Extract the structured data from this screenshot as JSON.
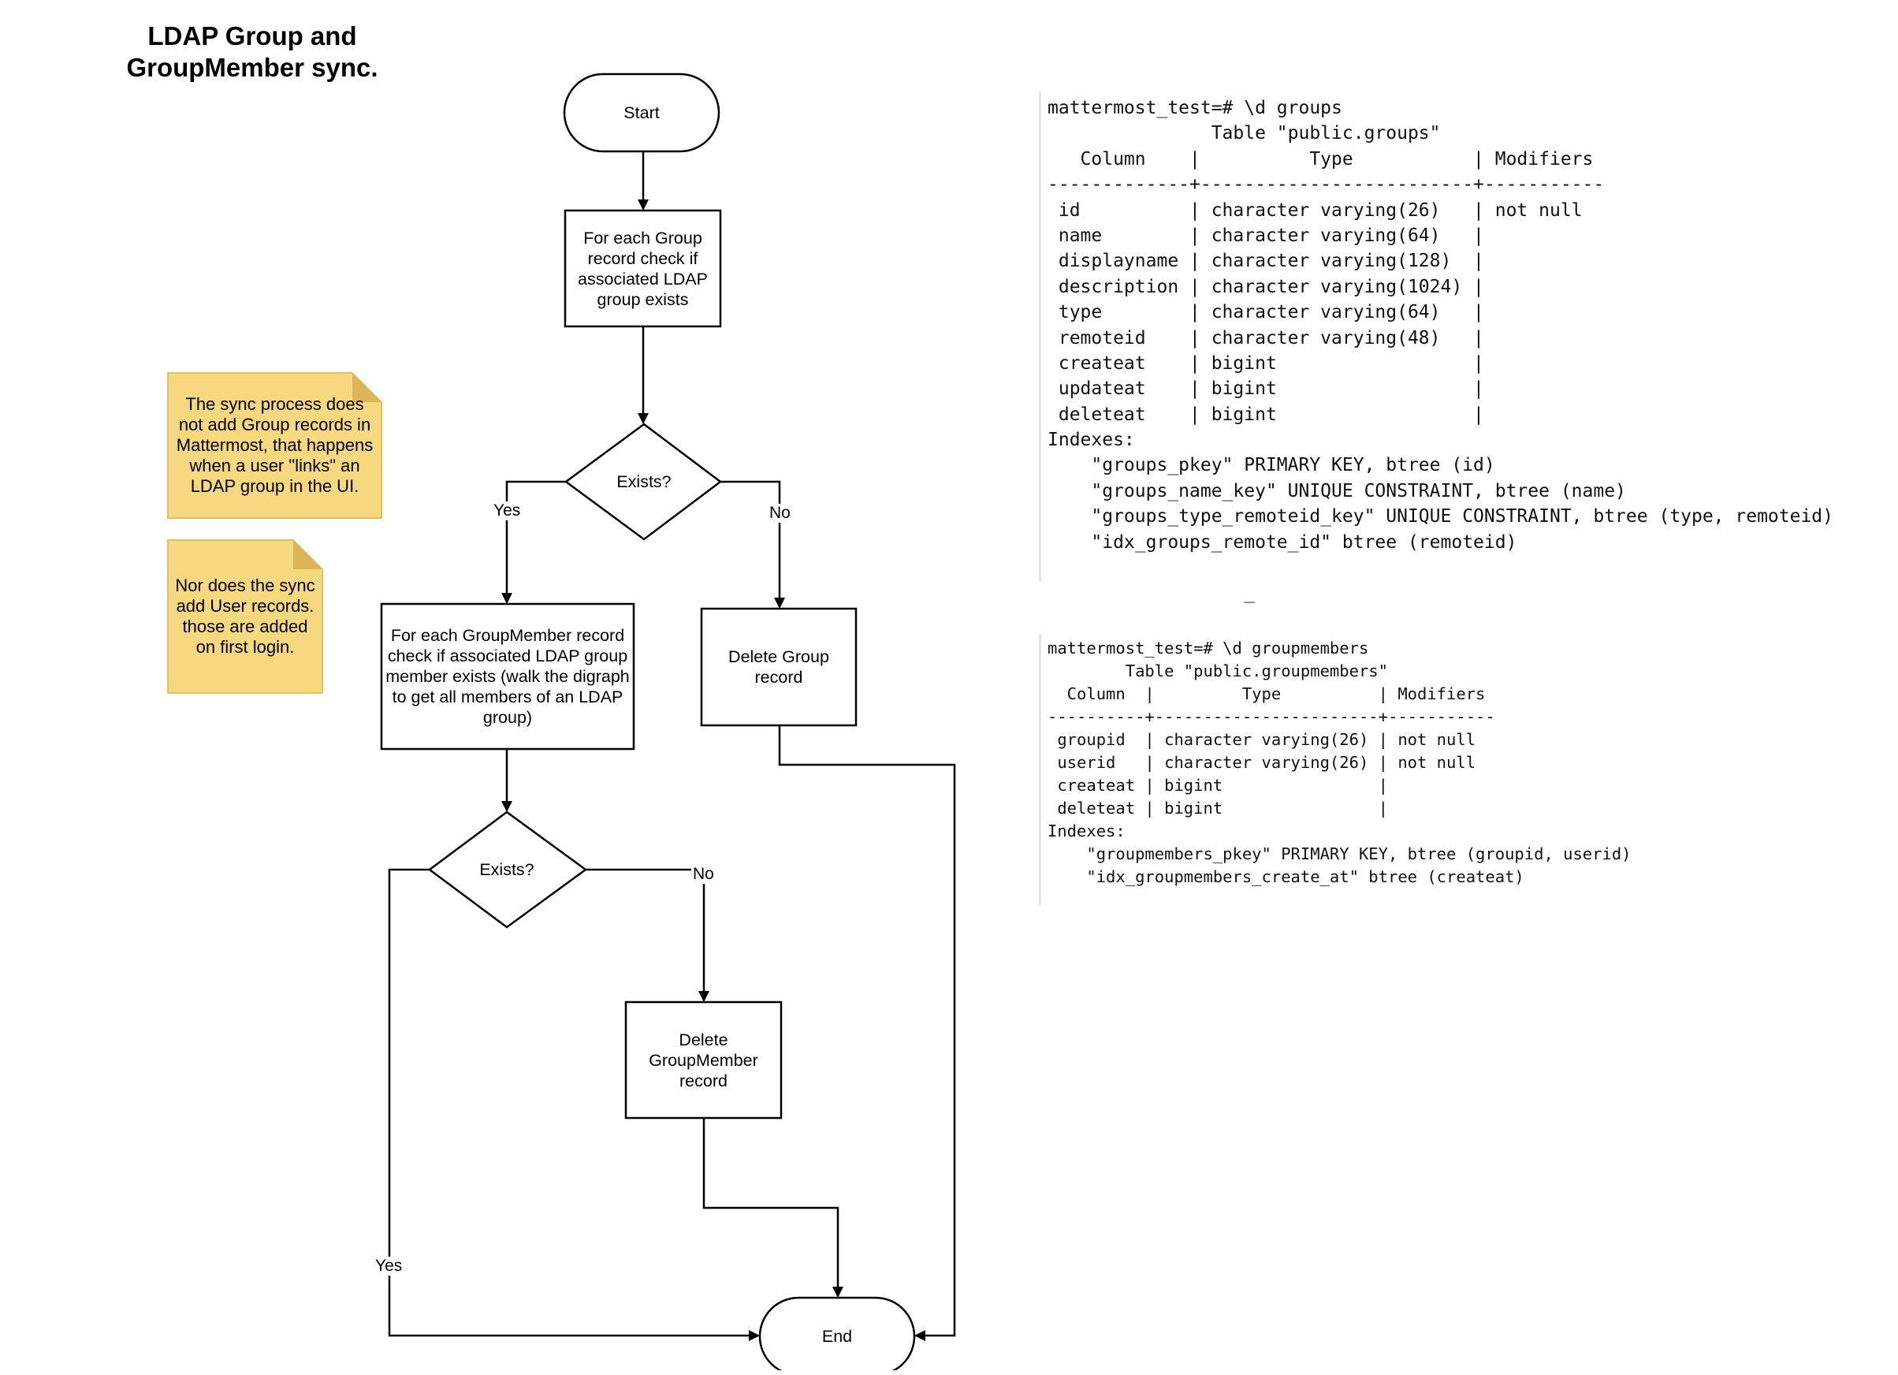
{
  "title": "LDAP Group and GroupMember sync.",
  "notes": {
    "note1": "The sync process does not add Group records in Mattermost, that happens when a user \"links\" an LDAP group in the UI.",
    "note2": "Nor does the sync add User records. those are added on first login."
  },
  "nodes": {
    "start": "Start",
    "for_each_group": "For each Group record check if associated LDAP group exists",
    "exists1": "Exists?",
    "for_each_member": "For each GroupMember record check if associated LDAP group member exists (walk the digraph to get all members of an LDAP group)",
    "delete_group": "Delete Group record",
    "exists2": "Exists?",
    "delete_member": "Delete GroupMember record",
    "end": "End"
  },
  "edge_labels": {
    "yes1": "Yes",
    "no1": "No",
    "no2": "No",
    "yes2": "Yes"
  },
  "groups_table": [
    "mattermost_test=# \\d groups",
    "               Table \"public.groups\"",
    "   Column    |          Type           | Modifiers",
    "-------------+-------------------------+-----------",
    " id          | character varying(26)   | not null",
    " name        | character varying(64)   |",
    " displayname | character varying(128)  |",
    " description | character varying(1024) |",
    " type        | character varying(64)   |",
    " remoteid    | character varying(48)   |",
    " createat    | bigint                  |",
    " updateat    | bigint                  |",
    " deleteat    | bigint                  |",
    "Indexes:",
    "    \"groups_pkey\" PRIMARY KEY, btree (id)",
    "    \"groups_name_key\" UNIQUE CONSTRAINT, btree (name)",
    "    \"groups_type_remoteid_key\" UNIQUE CONSTRAINT, btree (type, remoteid)",
    "    \"idx_groups_remote_id\" btree (remoteid)",
    "",
    "                  _"
  ],
  "groupmembers_table": [
    "mattermost_test=# \\d groupmembers",
    "        Table \"public.groupmembers\"",
    "  Column  |         Type          | Modifiers",
    "----------+-----------------------+-----------",
    " groupid  | character varying(26) | not null",
    " userid   | character varying(26) | not null",
    " createat | bigint                |",
    " deleteat | bigint                |",
    "Indexes:",
    "    \"groupmembers_pkey\" PRIMARY KEY, btree (groupid, userid)",
    "    \"idx_groupmembers_create_at\" btree (createat)"
  ]
}
